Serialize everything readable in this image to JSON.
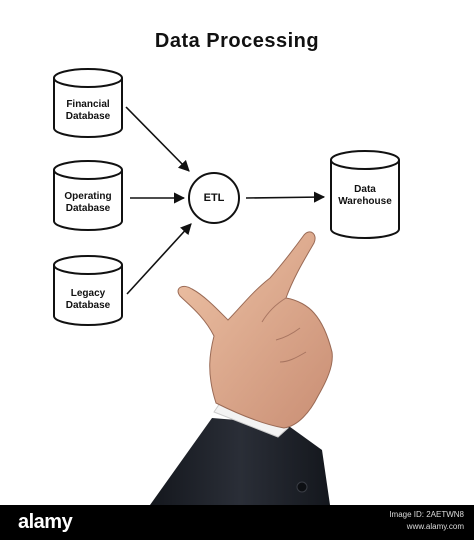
{
  "diagram": {
    "title": "Data Processing",
    "sources": [
      {
        "line1": "Financial",
        "line2": "Database"
      },
      {
        "line1": "Operating",
        "line2": "Database"
      },
      {
        "line1": "Legacy",
        "line2": "Database"
      }
    ],
    "hub": {
      "label": "ETL"
    },
    "target": {
      "line1": "Data",
      "line2": "Warehouse"
    }
  },
  "footer": {
    "logo": "alamy",
    "image_id": "Image ID: 2AETWN8",
    "site": "www.alamy.com"
  },
  "colors": {
    "background": "#ffffff",
    "ink": "#111111",
    "footer_bg": "#000000",
    "suit": "#1c1f26",
    "skin": "#e2b499"
  }
}
